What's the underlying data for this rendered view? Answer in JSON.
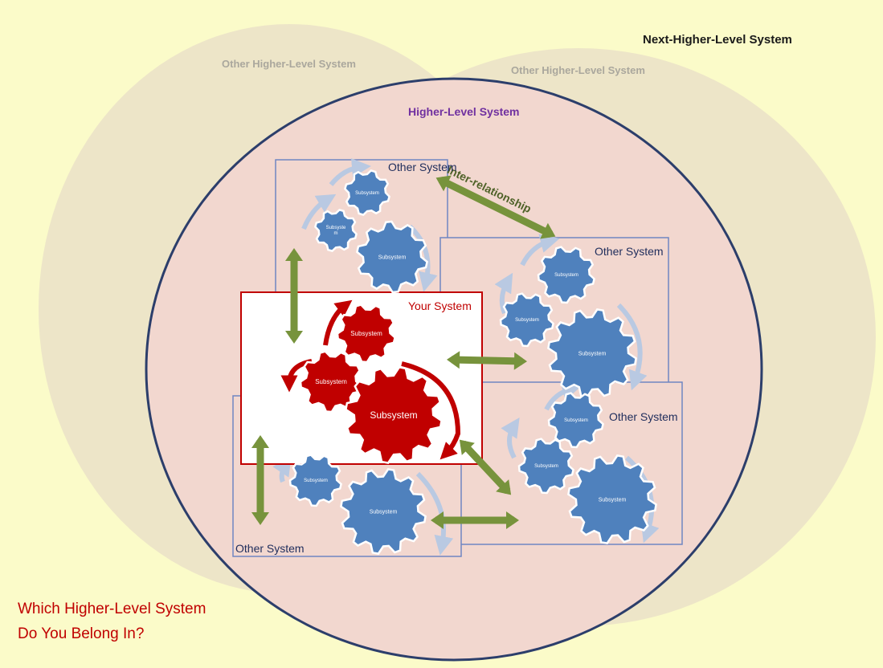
{
  "diagram": {
    "outer_label": "Next-Higher-Level System",
    "other_higher_1": "Other Higher-Level System",
    "other_higher_2": "Other Higher-Level System",
    "higher_level": "Higher-Level System",
    "inter_relationship": "Inter-relationship",
    "your_system": "Your System",
    "other_system_top": "Other System",
    "other_system_right": "Other System",
    "other_system_lower_right": "Other System",
    "other_system_bottom_left": "Other System",
    "subsystem": "Subsystem",
    "subsystem_wrapped_1": "Subsyste",
    "subsystem_wrapped_2": "m",
    "question_line1": "Which Higher-Level System",
    "question_line2": "Do You Belong In?"
  },
  "colors": {
    "background": "#fbfbc9",
    "other_circle": "#ece4c8",
    "higher_circle_fill": "#f2d7cf",
    "higher_circle_stroke": "#2c3e6b",
    "your_system_red": "#c00000",
    "subsystem_blue": "#4f81bd",
    "arrow_green": "#77933c",
    "light_arc": "#b9c9e2",
    "other_box_stroke": "#6f86c2",
    "purple_text": "#7030a0",
    "gray_text": "#aaa79d"
  },
  "icons": {
    "subsystem_gear": "gear-icon",
    "relationship_arrow": "double-arrow-icon",
    "rotation_arc": "curved-arrow-icon"
  }
}
